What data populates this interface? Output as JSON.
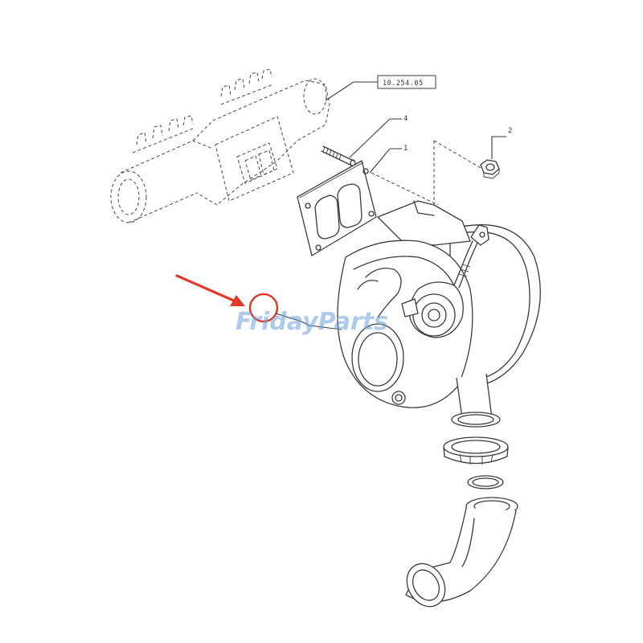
{
  "diagram": {
    "reference_label": "10.254.05",
    "callouts": [
      {
        "id": "callout-4",
        "label": "4"
      },
      {
        "id": "callout-1",
        "label": "1"
      },
      {
        "id": "callout-2",
        "label": "2"
      }
    ],
    "watermark": "FridayParts",
    "highlight_color": "#e03a2a",
    "watermark_color": "#6f9fd8"
  }
}
